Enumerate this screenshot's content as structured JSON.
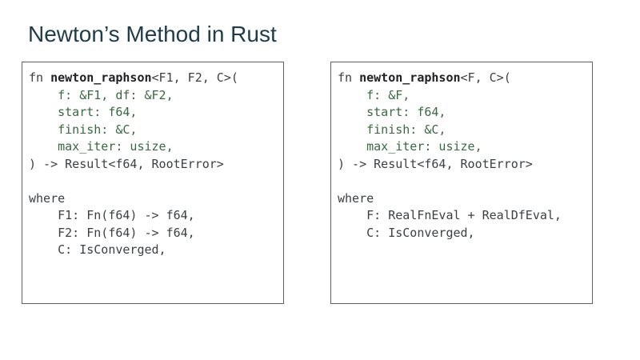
{
  "title": "Newton’s Method in Rust",
  "colors": {
    "title": "#1e3c4a",
    "code_default": "#3c4043",
    "code_bold": "#202124",
    "code_green": "#38693f",
    "box_border": "#606060",
    "background": "#ffffff"
  },
  "code_blocks": [
    {
      "name": "closure-generics-version",
      "lines": [
        {
          "segments": [
            {
              "text": "fn ",
              "style": "default"
            },
            {
              "text": "newton_raphson",
              "style": "bold"
            },
            {
              "text": "<F1, F2, C>(",
              "style": "default"
            }
          ]
        },
        {
          "segments": [
            {
              "text": "    f: &F1, df: &F2,",
              "style": "green"
            }
          ]
        },
        {
          "segments": [
            {
              "text": "    start: f64,",
              "style": "green"
            }
          ]
        },
        {
          "segments": [
            {
              "text": "    finish: &C,",
              "style": "green"
            }
          ]
        },
        {
          "segments": [
            {
              "text": "    max_iter: usize,",
              "style": "green"
            }
          ]
        },
        {
          "segments": [
            {
              "text": ") -> Result<f64, RootError>",
              "style": "default"
            }
          ]
        },
        {
          "segments": []
        },
        {
          "segments": [
            {
              "text": "where",
              "style": "default"
            }
          ]
        },
        {
          "segments": [
            {
              "text": "    F1: Fn(f64) -> f64,",
              "style": "default"
            }
          ]
        },
        {
          "segments": [
            {
              "text": "    F2: Fn(f64) -> f64,",
              "style": "default"
            }
          ]
        },
        {
          "segments": [
            {
              "text": "    C: IsConverged,",
              "style": "default"
            }
          ]
        }
      ]
    },
    {
      "name": "trait-bounds-version",
      "lines": [
        {
          "segments": [
            {
              "text": "fn ",
              "style": "default"
            },
            {
              "text": "newton_raphson",
              "style": "bold"
            },
            {
              "text": "<F, C>(",
              "style": "default"
            }
          ]
        },
        {
          "segments": [
            {
              "text": "    f: &F,",
              "style": "green"
            }
          ]
        },
        {
          "segments": [
            {
              "text": "    start: f64,",
              "style": "green"
            }
          ]
        },
        {
          "segments": [
            {
              "text": "    finish: &C,",
              "style": "green"
            }
          ]
        },
        {
          "segments": [
            {
              "text": "    max_iter: usize,",
              "style": "green"
            }
          ]
        },
        {
          "segments": [
            {
              "text": ") -> Result<f64, RootError>",
              "style": "default"
            }
          ]
        },
        {
          "segments": []
        },
        {
          "segments": [
            {
              "text": "where",
              "style": "default"
            }
          ]
        },
        {
          "segments": [
            {
              "text": "    F: RealFnEval + RealDfEval,",
              "style": "default"
            }
          ]
        },
        {
          "segments": [
            {
              "text": "    C: IsConverged,",
              "style": "default"
            }
          ]
        }
      ]
    }
  ]
}
